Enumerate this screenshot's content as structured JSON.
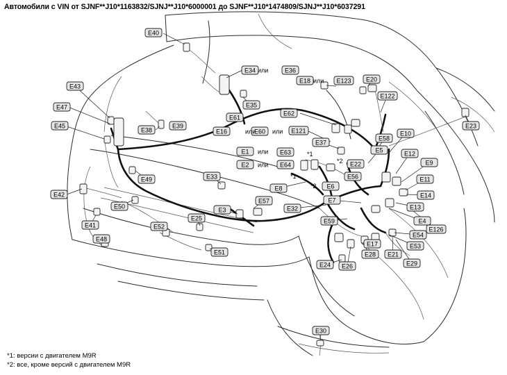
{
  "title": "Автомобили с VIN от SJNF**J10*1163832/SJNJ**J10*6000001 до SJNF**J10*1474809/SJNJ**J10*6037291",
  "connectors": [
    {
      "id": "E40",
      "label": "E40"
    },
    {
      "id": "E34",
      "label": "E34"
    },
    {
      "id": "E36",
      "label": "E36"
    },
    {
      "id": "E18",
      "label": "E18"
    },
    {
      "id": "E123",
      "label": "E123"
    },
    {
      "id": "E20",
      "label": "E20"
    },
    {
      "id": "E122",
      "label": "E122"
    },
    {
      "id": "E43",
      "label": "E43"
    },
    {
      "id": "E35",
      "label": "E35"
    },
    {
      "id": "E47",
      "label": "E47"
    },
    {
      "id": "E61",
      "label": "E61"
    },
    {
      "id": "E62",
      "label": "E62"
    },
    {
      "id": "E38",
      "label": "E38"
    },
    {
      "id": "E39",
      "label": "E39"
    },
    {
      "id": "E45",
      "label": "E45"
    },
    {
      "id": "E16",
      "label": "E16"
    },
    {
      "id": "E60",
      "label": "E60"
    },
    {
      "id": "E121",
      "label": "E121"
    },
    {
      "id": "E58",
      "label": "E58"
    },
    {
      "id": "E10",
      "label": "E10"
    },
    {
      "id": "E23",
      "label": "E23"
    },
    {
      "id": "E37",
      "label": "E37"
    },
    {
      "id": "E5",
      "label": "E5"
    },
    {
      "id": "E1",
      "label": "E1"
    },
    {
      "id": "E63",
      "label": "E63"
    },
    {
      "id": "E12",
      "label": "E12"
    },
    {
      "id": "E2",
      "label": "E2"
    },
    {
      "id": "E64",
      "label": "E64"
    },
    {
      "id": "E22",
      "label": "E22"
    },
    {
      "id": "E9",
      "label": "E9"
    },
    {
      "id": "E33",
      "label": "E33"
    },
    {
      "id": "E49",
      "label": "E49"
    },
    {
      "id": "E56",
      "label": "E56"
    },
    {
      "id": "E11",
      "label": "E11"
    },
    {
      "id": "E6",
      "label": "E6"
    },
    {
      "id": "E8",
      "label": "E8"
    },
    {
      "id": "E42",
      "label": "E42"
    },
    {
      "id": "E14",
      "label": "E14"
    },
    {
      "id": "E7",
      "label": "E7"
    },
    {
      "id": "E57",
      "label": "E57"
    },
    {
      "id": "E50",
      "label": "E50"
    },
    {
      "id": "E32",
      "label": "E32"
    },
    {
      "id": "E13",
      "label": "E13"
    },
    {
      "id": "E3",
      "label": "E3"
    },
    {
      "id": "E25",
      "label": "E25"
    },
    {
      "id": "E59",
      "label": "E59"
    },
    {
      "id": "E4",
      "label": "E4"
    },
    {
      "id": "E41",
      "label": "E41"
    },
    {
      "id": "E52",
      "label": "E52"
    },
    {
      "id": "E126",
      "label": "E126"
    },
    {
      "id": "E54",
      "label": "E54"
    },
    {
      "id": "E48",
      "label": "E48"
    },
    {
      "id": "E17",
      "label": "E17"
    },
    {
      "id": "E53",
      "label": "E53"
    },
    {
      "id": "E51",
      "label": "E51"
    },
    {
      "id": "E28",
      "label": "E28"
    },
    {
      "id": "E21",
      "label": "E21"
    },
    {
      "id": "E24",
      "label": "E24"
    },
    {
      "id": "E26",
      "label": "E26"
    },
    {
      "id": "E29",
      "label": "E29"
    },
    {
      "id": "E30",
      "label": "E30"
    }
  ],
  "connector_word": "или",
  "markers": [
    "*1",
    "*2"
  ],
  "notes": [
    "*1: версии с двигателем M9R",
    "*2: все, кроме версий с двигателем M9R"
  ]
}
